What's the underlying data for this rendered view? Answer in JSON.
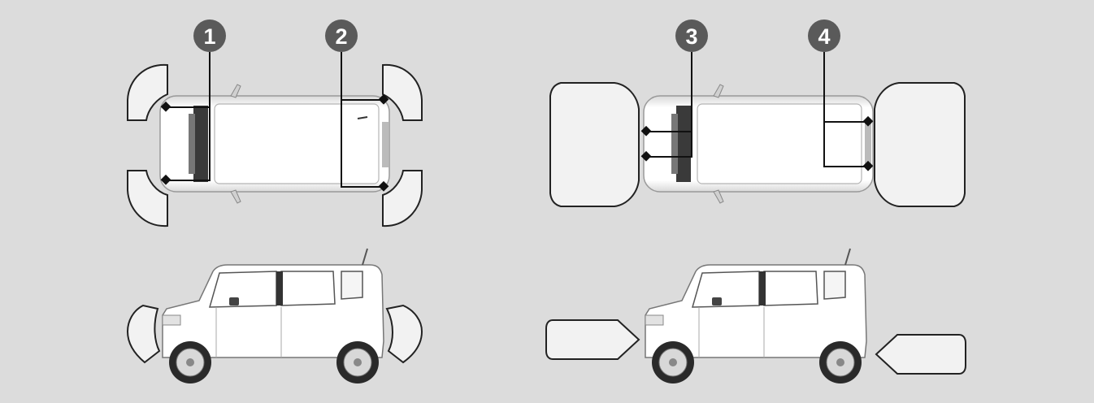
{
  "callouts": [
    {
      "label": "1"
    },
    {
      "label": "2"
    },
    {
      "label": "3"
    },
    {
      "label": "4"
    }
  ],
  "colors": {
    "background": "#dcdcdc",
    "badge_fill": "#5a5a5a",
    "badge_text": "#ffffff",
    "car_body": "#ffffff",
    "outline": "#222222",
    "zone_fill": "#f2f2f2",
    "pointer": "#111111"
  },
  "icons": [
    "sensor-marker-icon",
    "tire-icon",
    "mirror-icon"
  ]
}
